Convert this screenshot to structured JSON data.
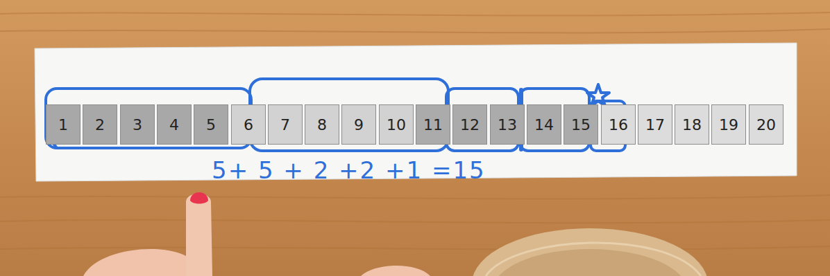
{
  "diagram": {
    "nodes": [
      {
        "text": [
          "1"
        ]
      },
      {
        "text": [
          "2"
        ]
      },
      {
        "text": [
          "3"
        ]
      },
      {
        "text": [
          "4"
        ]
      },
      {
        "text": [
          "5"
        ]
      },
      {
        "text": [
          "6"
        ]
      },
      {
        "text": [
          "7"
        ]
      },
      {
        "text": [
          "8"
        ]
      },
      {
        "text": [
          "9"
        ]
      },
      {
        "text": [
          "10"
        ]
      },
      {
        "text": [
          "11"
        ]
      },
      {
        "text": [
          "12"
        ]
      },
      {
        "text": [
          "13"
        ]
      },
      {
        "text": [
          "14"
        ]
      },
      {
        "text": [
          "15"
        ]
      },
      {
        "text": [
          "16"
        ]
      },
      {
        "text": [
          "17"
        ]
      },
      {
        "text": [
          "18"
        ]
      },
      {
        "text": [
          "19"
        ]
      },
      {
        "text": [
          "20"
        ]
      }
    ],
    "labels": [
      "5+ 5 + 2 +2 +1 =15"
    ]
  }
}
